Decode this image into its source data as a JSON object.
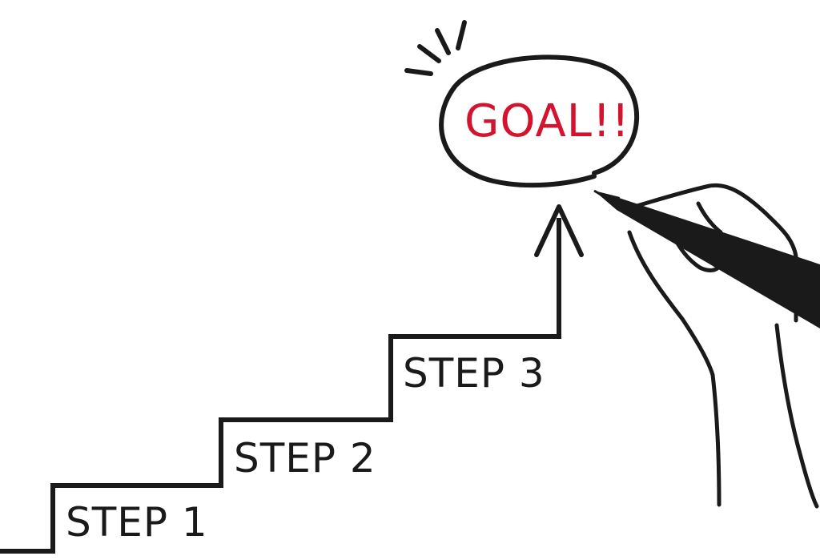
{
  "illustration": {
    "steps": [
      {
        "label": "STEP 1"
      },
      {
        "label": "STEP 2"
      },
      {
        "label": "STEP 3"
      }
    ],
    "goal": {
      "label": "GOAL!!"
    },
    "colors": {
      "line": "#1a1a1a",
      "goal_text": "#d4132f",
      "background": "#ffffff"
    }
  }
}
